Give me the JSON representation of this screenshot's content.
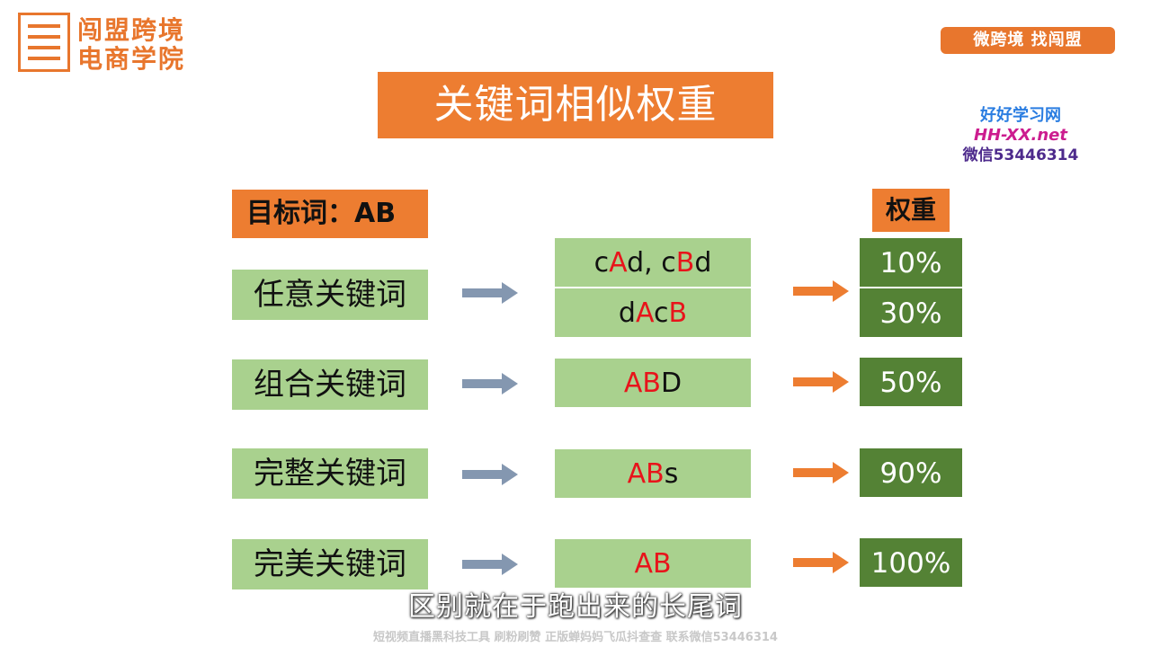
{
  "brand": {
    "name_line1": "闯盟跨境",
    "name_line2": "电商学院",
    "slogan": "微跨境 找闯盟",
    "accent_color": "#ed7d31"
  },
  "watermark_site": {
    "line1": "好好学习网",
    "line2": "HH-XX.net",
    "line3": "微信53446314"
  },
  "title": "关键词相似权重",
  "target_label": "目标词：AB",
  "weight_header": "权重",
  "rows": [
    {
      "type": "任意关键词",
      "examples": [
        {
          "parts": [
            "c",
            "A",
            "d, c",
            "B",
            "d"
          ]
        },
        {
          "parts": [
            "d",
            "A",
            "c",
            "B"
          ]
        }
      ],
      "weights": [
        "10%",
        "30%"
      ]
    },
    {
      "type": "组合关键词",
      "examples": [
        {
          "parts": [
            "",
            "AB",
            "D"
          ]
        }
      ],
      "weights": [
        "50%"
      ]
    },
    {
      "type": "完整关键词",
      "examples": [
        {
          "parts": [
            "",
            "AB",
            "s"
          ]
        }
      ],
      "weights": [
        "90%"
      ]
    },
    {
      "type": "完美关键词",
      "examples": [
        {
          "parts": [
            "",
            "AB"
          ]
        }
      ],
      "weights": [
        "100%"
      ]
    }
  ],
  "subtitle": "区别就在于跑出来的长尾词",
  "footer": "短视频直播黑科技工具 刷粉刷赞 正版蝉妈妈飞瓜抖查查 联系微信53446314"
}
